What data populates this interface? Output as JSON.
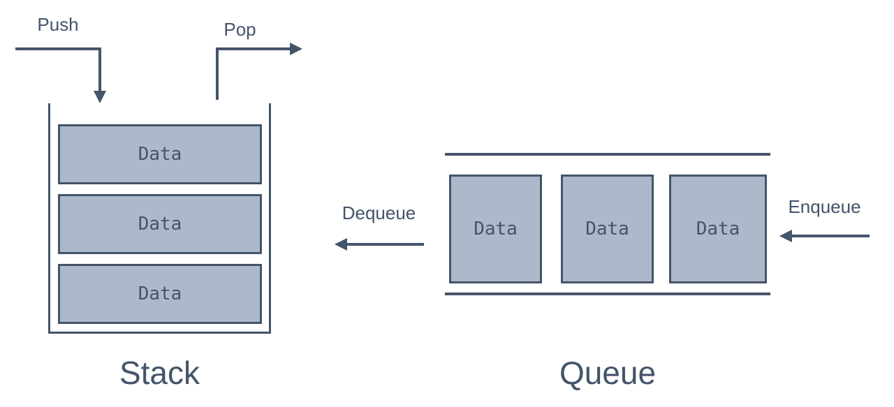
{
  "colors": {
    "line": "#44546A",
    "fill": "#ADB9CA",
    "text": "#44546A",
    "background": "#FFFFFF"
  },
  "stack": {
    "title": "Stack",
    "push_label": "Push",
    "pop_label": "Pop",
    "items": [
      "Data",
      "Data",
      "Data"
    ]
  },
  "queue": {
    "title": "Queue",
    "dequeue_label": "Dequeue",
    "enqueue_label": "Enqueue",
    "items": [
      "Data",
      "Data",
      "Data"
    ]
  }
}
